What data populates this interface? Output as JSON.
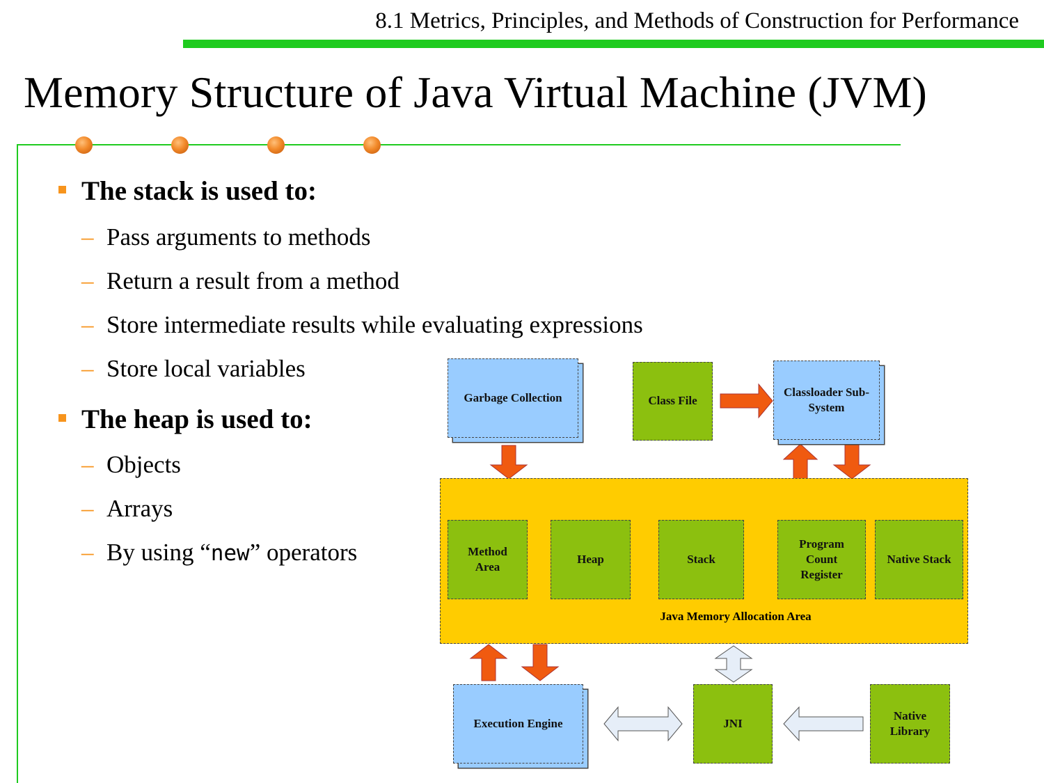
{
  "header": {
    "section_title": "8.1 Metrics, Principles, and Methods of Construction for Performance"
  },
  "slide": {
    "title": "Memory Structure of Java Virtual Machine (JVM)"
  },
  "content": {
    "stack": {
      "heading": "The stack is used to:",
      "items": [
        "Pass arguments to methods",
        "Return a result from a method",
        "Store intermediate results while evaluating expressions",
        "Store local variables"
      ]
    },
    "heap": {
      "heading": "The heap is used to:",
      "items": [
        "Objects",
        "Arrays"
      ],
      "new_item": {
        "prefix": "By using “",
        "code": "new",
        "suffix": "” operators"
      }
    }
  },
  "diagram": {
    "garbage_collection": "Garbage Collection",
    "class_file": "Class File",
    "classloader": "Classloader Sub-System",
    "memory_area": {
      "label": "Java Memory Allocation Area",
      "components": [
        "Method Area",
        "Heap",
        "Stack",
        "Program Count Register",
        "Native Stack"
      ]
    },
    "execution_engine": "Execution Engine",
    "jni": "JNI",
    "native_library": "Native Library"
  },
  "colors": {
    "accent_green": "#1fcb1f",
    "bullet_orange": "#f7941d",
    "box_blue": "#99ccff",
    "box_green": "#8cc00f",
    "memory_yellow": "#ffcc00",
    "arrow_orange": "#f05a10",
    "arrow_light": "#e6eef8"
  }
}
